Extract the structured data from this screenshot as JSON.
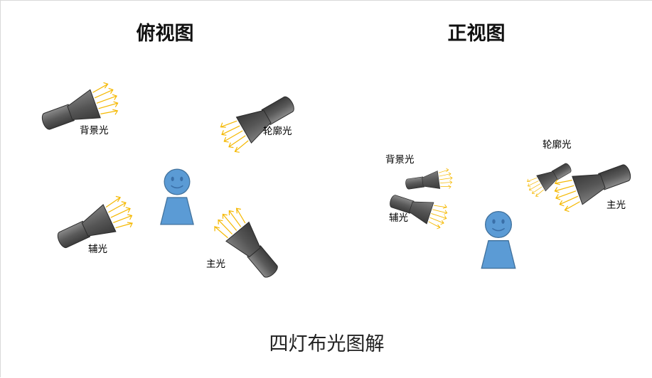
{
  "titles": {
    "top_view": "俯视图",
    "front_view": "正视图"
  },
  "caption": "四灯布光图解",
  "top_view_labels": {
    "back_light": "背景光",
    "rim_light": "轮廓光",
    "fill_light": "辅光",
    "key_light": "主光"
  },
  "front_view_labels": {
    "back_light": "背景光",
    "rim_light": "轮廓光",
    "fill_light": "辅光",
    "key_light": "主光"
  },
  "colors": {
    "lamp_body": "#5f5f5f",
    "lamp_outline": "#2b2b2b",
    "light_rays": "#f5b800",
    "person_fill": "#5b9bd5",
    "person_outline": "#41719c"
  }
}
